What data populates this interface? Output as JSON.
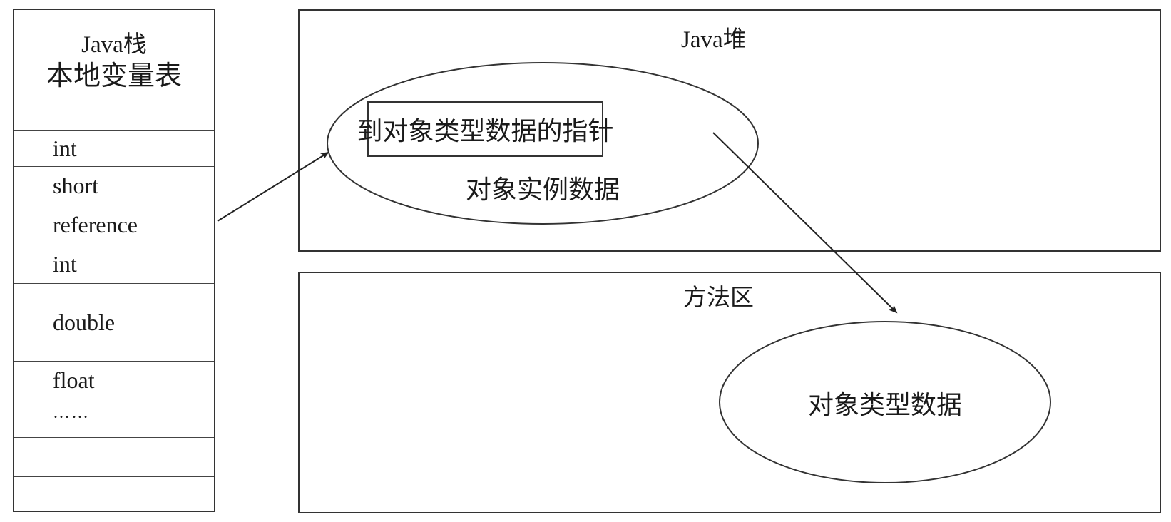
{
  "stack": {
    "title_line1": "Java栈",
    "title_line2": "本地变量表",
    "rows": [
      {
        "label": "int"
      },
      {
        "label": "short"
      },
      {
        "label": "reference"
      },
      {
        "label": "int"
      },
      {
        "label": "double"
      },
      {
        "label": "float"
      },
      {
        "label": "……"
      },
      {
        "label": ""
      },
      {
        "label": ""
      }
    ]
  },
  "heap": {
    "title": "Java堆",
    "object": {
      "pointer_label": "到对象类型数据的指针",
      "instance_label": "对象实例数据"
    }
  },
  "method_area": {
    "title": "方法区",
    "type_data_label": "对象类型数据"
  },
  "arrows": [
    {
      "from": "stack-reference",
      "to": "heap-object"
    },
    {
      "from": "heap-pointer",
      "to": "method-type-data"
    }
  ],
  "colors": {
    "stroke": "#333333",
    "text": "#1a1a1a",
    "background": "#ffffff"
  }
}
